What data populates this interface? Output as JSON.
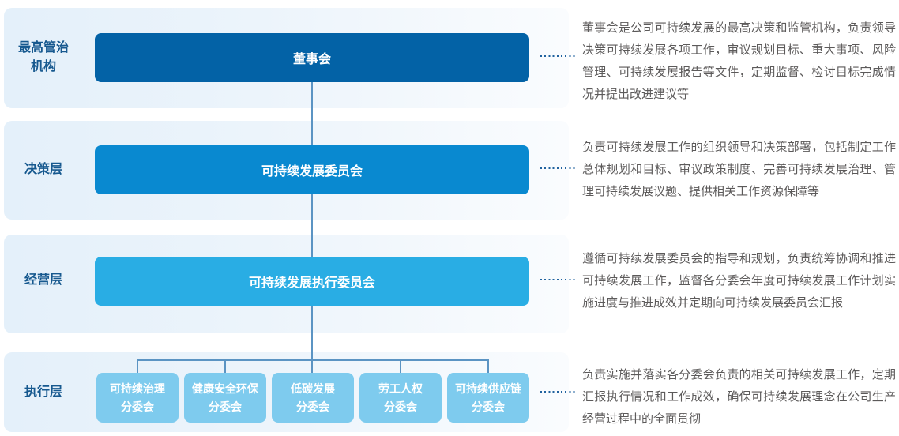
{
  "palette": {
    "level1_box": "#0362a6",
    "level2_box": "#0989d0",
    "level3_box": "#29ade4",
    "level4_box": "#7ecbee",
    "band_fill": "#e4f0fa",
    "connector": "#5b94c3",
    "leader_dots": "#21639f",
    "tier_label_text": "#17598f",
    "description_text": "#5c5a5a",
    "box_text": "#ffffff"
  },
  "rows": [
    {
      "label_lines": [
        "最高管治",
        "机构"
      ],
      "box_label": "董事会",
      "description": "董事会是公司可持续发展的最高决策和监管机构，负责领导决策可持续发展各项工作，审议规划目标、重大事项、风险管理、可持续发展报告等文件，定期监督、检讨目标完成情况并提出改进建议等"
    },
    {
      "label_lines": [
        "决策层"
      ],
      "box_label": "可持续发展委员会",
      "description": "负责可持续发展工作的组织领导和决策部署，包括制定工作总体规划和目标、审议政策制度、完善可持续发展治理、管理可持续发展议题、提供相关工作资源保障等"
    },
    {
      "label_lines": [
        "经营层"
      ],
      "box_label": "可持续发展执行委员会",
      "description": "遵循可持续发展委员会的指导和规划，负责统筹协调和推进可持续发展工作，监督各分委会年度可持续发展工作计划实施进度与推进成效并定期向可持续发展委员会汇报"
    },
    {
      "label_lines": [
        "执行层"
      ],
      "sub_committees": [
        {
          "line1": "可持续治理",
          "line2": "分委会"
        },
        {
          "line1": "健康安全环保",
          "line2": "分委会"
        },
        {
          "line1": "低碳发展",
          "line2": "分委会"
        },
        {
          "line1": "劳工人权",
          "line2": "分委会"
        },
        {
          "line1": "可持续供应链",
          "line2": "分委会"
        }
      ],
      "description": "负责实施并落实各分委会负责的相关可持续发展工作，定期汇报执行情况和工作成效，确保可持续发展理念在公司生产经营过程中的全面贯彻"
    }
  ]
}
